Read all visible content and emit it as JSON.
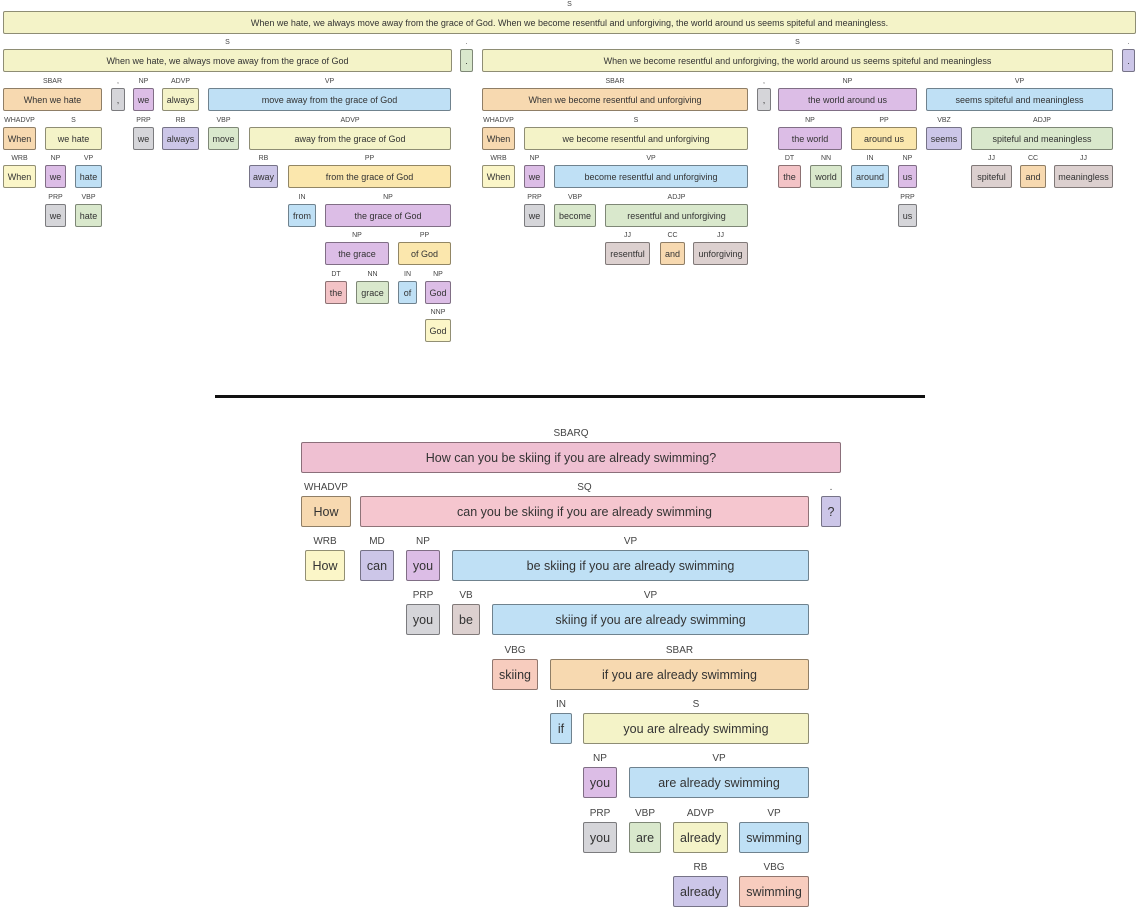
{
  "palette": {
    "yellow": "#f4f3c8",
    "peach": "#f7d9b0",
    "gray": "#d5d5d9",
    "lavender": "#ccc6e8",
    "purple": "#dcbde6",
    "blue": "#bfe0f5",
    "green": "#d9e8cc",
    "pink": "#f5c6cf",
    "lightyellow": "#fbf6c8",
    "rose": "#f3c3c6",
    "mauve": "#dcd0cf",
    "salmon": "#f7ccbe",
    "magenta": "#efc0d2",
    "gold": "#fbe7ad"
  },
  "tree1": {
    "nodes": [
      {
        "label": "S",
        "text": "When we hate, we always move away from the grace of God. When we become resentful and unforgiving, the world around us seems spiteful and meaningless.",
        "color": "yellow"
      },
      {
        "label": "S",
        "text": "When we hate, we always move away from the grace of God",
        "color": "yellow"
      },
      {
        "label": ".",
        "text": ".",
        "color": "green"
      },
      {
        "label": "S",
        "text": "When we become resentful and unforgiving, the world around us seems spiteful and meaningless",
        "color": "yellow"
      },
      {
        "label": ".",
        "text": ".",
        "color": "lavender"
      },
      {
        "label": "SBAR",
        "text": "When we hate",
        "color": "peach"
      },
      {
        "label": ",",
        "text": ",",
        "color": "gray"
      },
      {
        "label": "NP",
        "text": "we",
        "color": "purple"
      },
      {
        "label": "ADVP",
        "text": "always",
        "color": "yellow"
      },
      {
        "label": "VP",
        "text": "move away from the grace of God",
        "color": "blue"
      },
      {
        "label": "SBAR",
        "text": "When we become resentful and unforgiving",
        "color": "peach"
      },
      {
        "label": ",",
        "text": ",",
        "color": "gray"
      },
      {
        "label": "NP",
        "text": "the world around us",
        "color": "purple"
      },
      {
        "label": "VP",
        "text": "seems spiteful and meaningless",
        "color": "blue"
      },
      {
        "label": "WHADVP",
        "text": "When",
        "color": "peach"
      },
      {
        "label": "S",
        "text": "we hate",
        "color": "yellow"
      },
      {
        "label": "PRP",
        "text": "we",
        "color": "gray"
      },
      {
        "label": "RB",
        "text": "always",
        "color": "lavender"
      },
      {
        "label": "VBP",
        "text": "move",
        "color": "green"
      },
      {
        "label": "ADVP",
        "text": "away from the grace of God",
        "color": "yellow"
      },
      {
        "label": "WHADVP",
        "text": "When",
        "color": "peach"
      },
      {
        "label": "S",
        "text": "we become resentful and unforgiving",
        "color": "yellow"
      },
      {
        "label": "NP",
        "text": "the world",
        "color": "purple"
      },
      {
        "label": "PP",
        "text": "around us",
        "color": "gold"
      },
      {
        "label": "VBZ",
        "text": "seems",
        "color": "lavender"
      },
      {
        "label": "ADJP",
        "text": "spiteful and meaningless",
        "color": "green"
      },
      {
        "label": "WRB",
        "text": "When",
        "color": "lightyellow"
      },
      {
        "label": "NP",
        "text": "we",
        "color": "purple"
      },
      {
        "label": "VP",
        "text": "hate",
        "color": "blue"
      },
      {
        "label": "RB",
        "text": "away",
        "color": "lavender"
      },
      {
        "label": "PP",
        "text": "from the grace of God",
        "color": "gold"
      },
      {
        "label": "WRB",
        "text": "When",
        "color": "lightyellow"
      },
      {
        "label": "NP",
        "text": "we",
        "color": "purple"
      },
      {
        "label": "VP",
        "text": "become resentful and unforgiving",
        "color": "blue"
      },
      {
        "label": "DT",
        "text": "the",
        "color": "rose"
      },
      {
        "label": "NN",
        "text": "world",
        "color": "green"
      },
      {
        "label": "IN",
        "text": "around",
        "color": "blue"
      },
      {
        "label": "NP",
        "text": "us",
        "color": "purple"
      },
      {
        "label": "JJ",
        "text": "spiteful",
        "color": "mauve"
      },
      {
        "label": "CC",
        "text": "and",
        "color": "peach"
      },
      {
        "label": "JJ",
        "text": "meaningless",
        "color": "mauve"
      },
      {
        "label": "PRP",
        "text": "we",
        "color": "gray"
      },
      {
        "label": "VBP",
        "text": "hate",
        "color": "green"
      },
      {
        "label": "IN",
        "text": "from",
        "color": "blue"
      },
      {
        "label": "NP",
        "text": "the grace of God",
        "color": "purple"
      },
      {
        "label": "PRP",
        "text": "we",
        "color": "gray"
      },
      {
        "label": "VBP",
        "text": "become",
        "color": "green"
      },
      {
        "label": "ADJP",
        "text": "resentful and unforgiving",
        "color": "green"
      },
      {
        "label": "PRP",
        "text": "us",
        "color": "gray"
      },
      {
        "label": "NP",
        "text": "the grace",
        "color": "purple"
      },
      {
        "label": "PP",
        "text": "of God",
        "color": "gold"
      },
      {
        "label": "JJ",
        "text": "resentful",
        "color": "mauve"
      },
      {
        "label": "CC",
        "text": "and",
        "color": "peach"
      },
      {
        "label": "JJ",
        "text": "unforgiving",
        "color": "mauve"
      },
      {
        "label": "DT",
        "text": "the",
        "color": "rose"
      },
      {
        "label": "NN",
        "text": "grace",
        "color": "green"
      },
      {
        "label": "IN",
        "text": "of",
        "color": "blue"
      },
      {
        "label": "NP",
        "text": "God",
        "color": "purple"
      },
      {
        "label": "NNP",
        "text": "God",
        "color": "lightyellow"
      }
    ]
  },
  "tree2": {
    "nodes": [
      {
        "label": "SBARQ",
        "text": "How can you be skiing if you are already swimming?",
        "color": "magenta"
      },
      {
        "label": "WHADVP",
        "text": "How",
        "color": "peach"
      },
      {
        "label": "SQ",
        "text": "can you be skiing if you are already swimming",
        "color": "pink"
      },
      {
        "label": ".",
        "text": "?",
        "color": "lavender"
      },
      {
        "label": "WRB",
        "text": "How",
        "color": "lightyellow"
      },
      {
        "label": "MD",
        "text": "can",
        "color": "lavender"
      },
      {
        "label": "NP",
        "text": "you",
        "color": "purple"
      },
      {
        "label": "VP",
        "text": "be skiing if you are already swimming",
        "color": "blue"
      },
      {
        "label": "PRP",
        "text": "you",
        "color": "gray"
      },
      {
        "label": "VB",
        "text": "be",
        "color": "mauve"
      },
      {
        "label": "VP",
        "text": "skiing if you are already swimming",
        "color": "blue"
      },
      {
        "label": "VBG",
        "text": "skiing",
        "color": "salmon"
      },
      {
        "label": "SBAR",
        "text": "if you are already swimming",
        "color": "peach"
      },
      {
        "label": "IN",
        "text": "if",
        "color": "blue"
      },
      {
        "label": "S",
        "text": "you are already swimming",
        "color": "yellow"
      },
      {
        "label": "NP",
        "text": "you",
        "color": "purple"
      },
      {
        "label": "VP",
        "text": "are already swimming",
        "color": "blue"
      },
      {
        "label": "PRP",
        "text": "you",
        "color": "gray"
      },
      {
        "label": "VBP",
        "text": "are",
        "color": "green"
      },
      {
        "label": "ADVP",
        "text": "already",
        "color": "yellow"
      },
      {
        "label": "VP",
        "text": "swimming",
        "color": "blue"
      },
      {
        "label": "RB",
        "text": "already",
        "color": "lavender"
      },
      {
        "label": "VBG",
        "text": "swimming",
        "color": "salmon"
      }
    ]
  }
}
